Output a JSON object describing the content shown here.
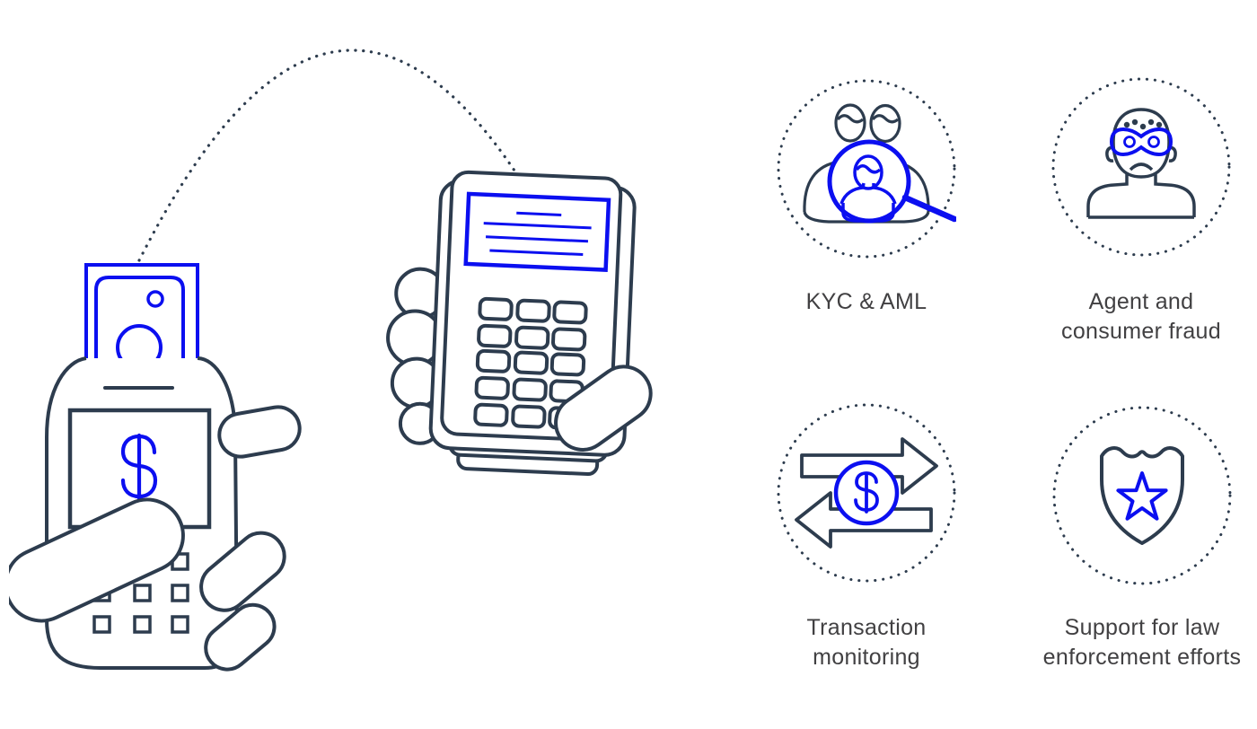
{
  "palette": {
    "outline_navy": "#2d3c4e",
    "accent_blue": "#0b0ff0",
    "label_text": "#414042",
    "background": "#ffffff"
  },
  "illustrations": {
    "left_device": {
      "name": "hand inserting banknote into mobile money device",
      "dollar_symbol": "$"
    },
    "terminal": {
      "name": "hand holding POS payment terminal"
    },
    "connector": {
      "name": "dotted arc linking the two devices"
    },
    "transaction_dollar_symbol": "$"
  },
  "features": [
    {
      "label": "KYC & AML",
      "lines": [
        "KYC & AML"
      ],
      "icon": "kyc-aml-magnifier-people-icon"
    },
    {
      "label": "Agent and consumer fraud",
      "lines": [
        "Agent and",
        "consumer fraud"
      ],
      "icon": "masked-fraudster-icon"
    },
    {
      "label": "Transaction monitoring",
      "lines": [
        "Transaction",
        "monitoring"
      ],
      "icon": "swap-arrows-dollar-icon"
    },
    {
      "label": "Support for law enforcement efforts",
      "lines": [
        "Support for law",
        "enforcement efforts"
      ],
      "icon": "shield-star-icon"
    }
  ]
}
